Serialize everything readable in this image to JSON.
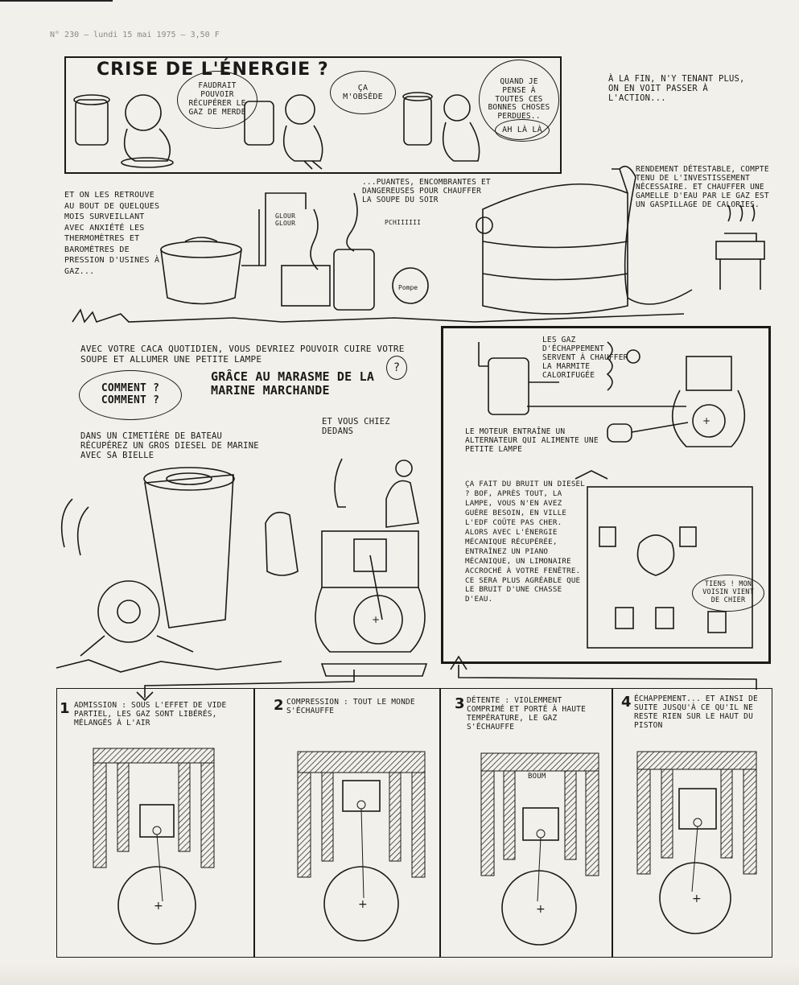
{
  "header": {
    "issue_line": "N° 230 — lundi 15 mai 1975 — 3,50 F"
  },
  "top_strip": {
    "title": "Crise de l'énergie ?",
    "bubble_1": "Faudrait pouvoir récupérer le gaz de merde",
    "bubble_2": "Ça m'obsède",
    "bubble_3": "Quand je pense à toutes ces bonnes choses perdues..",
    "bubble_3b": "Ah là là",
    "caption_right": "À la fin, n'y tenant plus, on en voit passer à l'action..."
  },
  "middle": {
    "left_text": "Et on les retrouve au bout de quelques mois surveillant avec anxiété les thermomètres et baromètres de pression d'usines à gaz...",
    "center_text": "...puantes, encombrantes et dangereuses pour chauffer la soupe du soir",
    "glou_label": "Glour glour",
    "pchi_label": "pchiiiiii",
    "pump_label": "Pompe",
    "right_text": "Rendement détestable, compte tenu de l'investissement nécessaire. Et chauffer une gamelle d'eau par le gaz est un gaspillage de calories."
  },
  "diesel_section": {
    "intro": "Avec votre caca quotidien, vous devriez pouvoir cuire votre soupe et allumer une petite lampe",
    "comment_bubble": "Comment ? Comment ?",
    "headline": "Grâce au marasme de la marine marchande",
    "question_mark": "?",
    "cemetery_text": "Dans un cimetière de bateau récupérez un gros diesel de marine avec sa bielle",
    "chiez_text": "Et vous chiez dedans"
  },
  "framed_panel": {
    "gaz_text": "Les gaz d'échappement servent à chauffer la marmite calorifugée",
    "moteur_text": "Le moteur entraîne un alternateur qui alimente une petite lampe",
    "bruit_text": "Ça fait du bruit un diesel ? Bof, après tout, la lampe, vous n'en avez guère besoin, en ville l'EDF coûte pas cher. Alors avec l'énergie mécanique récupérée, entraînez un piano mécanique, un limonaire accroché à votre fenêtre. Ce sera plus agréable que le bruit d'une chasse d'eau.",
    "voisin_bubble": "Tiens ! mon voisin vient de chier"
  },
  "cycle": [
    {
      "number": "1",
      "text": "Admission : sous l'effet de vide partiel, les gaz sont libérés, mélangés à l'air"
    },
    {
      "number": "2",
      "text": "Compression : tout le monde s'échauffe"
    },
    {
      "number": "3",
      "text": "Détente : violemment comprimé et porté à haute température, le gaz s'échauffe",
      "boom": "Boum"
    },
    {
      "number": "4",
      "text": "Échappement... et ainsi de suite jusqu'à ce qu'il ne reste rien sur le haut du piston"
    }
  ]
}
